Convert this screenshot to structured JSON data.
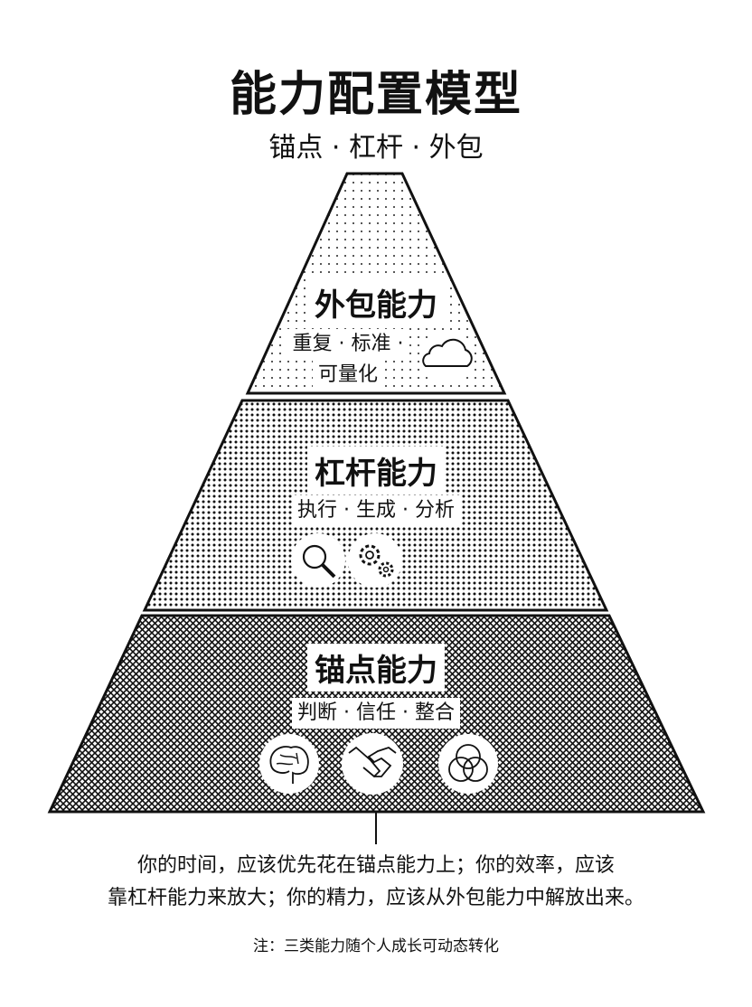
{
  "header": {
    "title": "能力配置模型",
    "subtitle": "锚点 · 杠杆 · 外包"
  },
  "tiers": [
    {
      "title": "外包能力",
      "sub_line1": "重复 · 标准 ·",
      "sub_line2": "可量化",
      "icons": [
        "cloud-icon"
      ]
    },
    {
      "title": "杠杆能力",
      "sub": "执行 · 生成 · 分析",
      "icons": [
        "magnifier-icon",
        "gears-icon"
      ]
    },
    {
      "title": "锚点能力",
      "sub": "判断 · 信任 · 整合",
      "icons": [
        "brain-icon",
        "handshake-icon",
        "venn-icon"
      ]
    }
  ],
  "footer": {
    "line1": "你的时间，应该优先花在锚点能力上；你的效率，应该",
    "line2": "靠杠杆能力来放大；你的精力，应该从外包能力中解放出来。",
    "note": "注：三类能力随个人成长可动态转化"
  },
  "colors": {
    "ink": "#111111",
    "background": "#ffffff"
  }
}
